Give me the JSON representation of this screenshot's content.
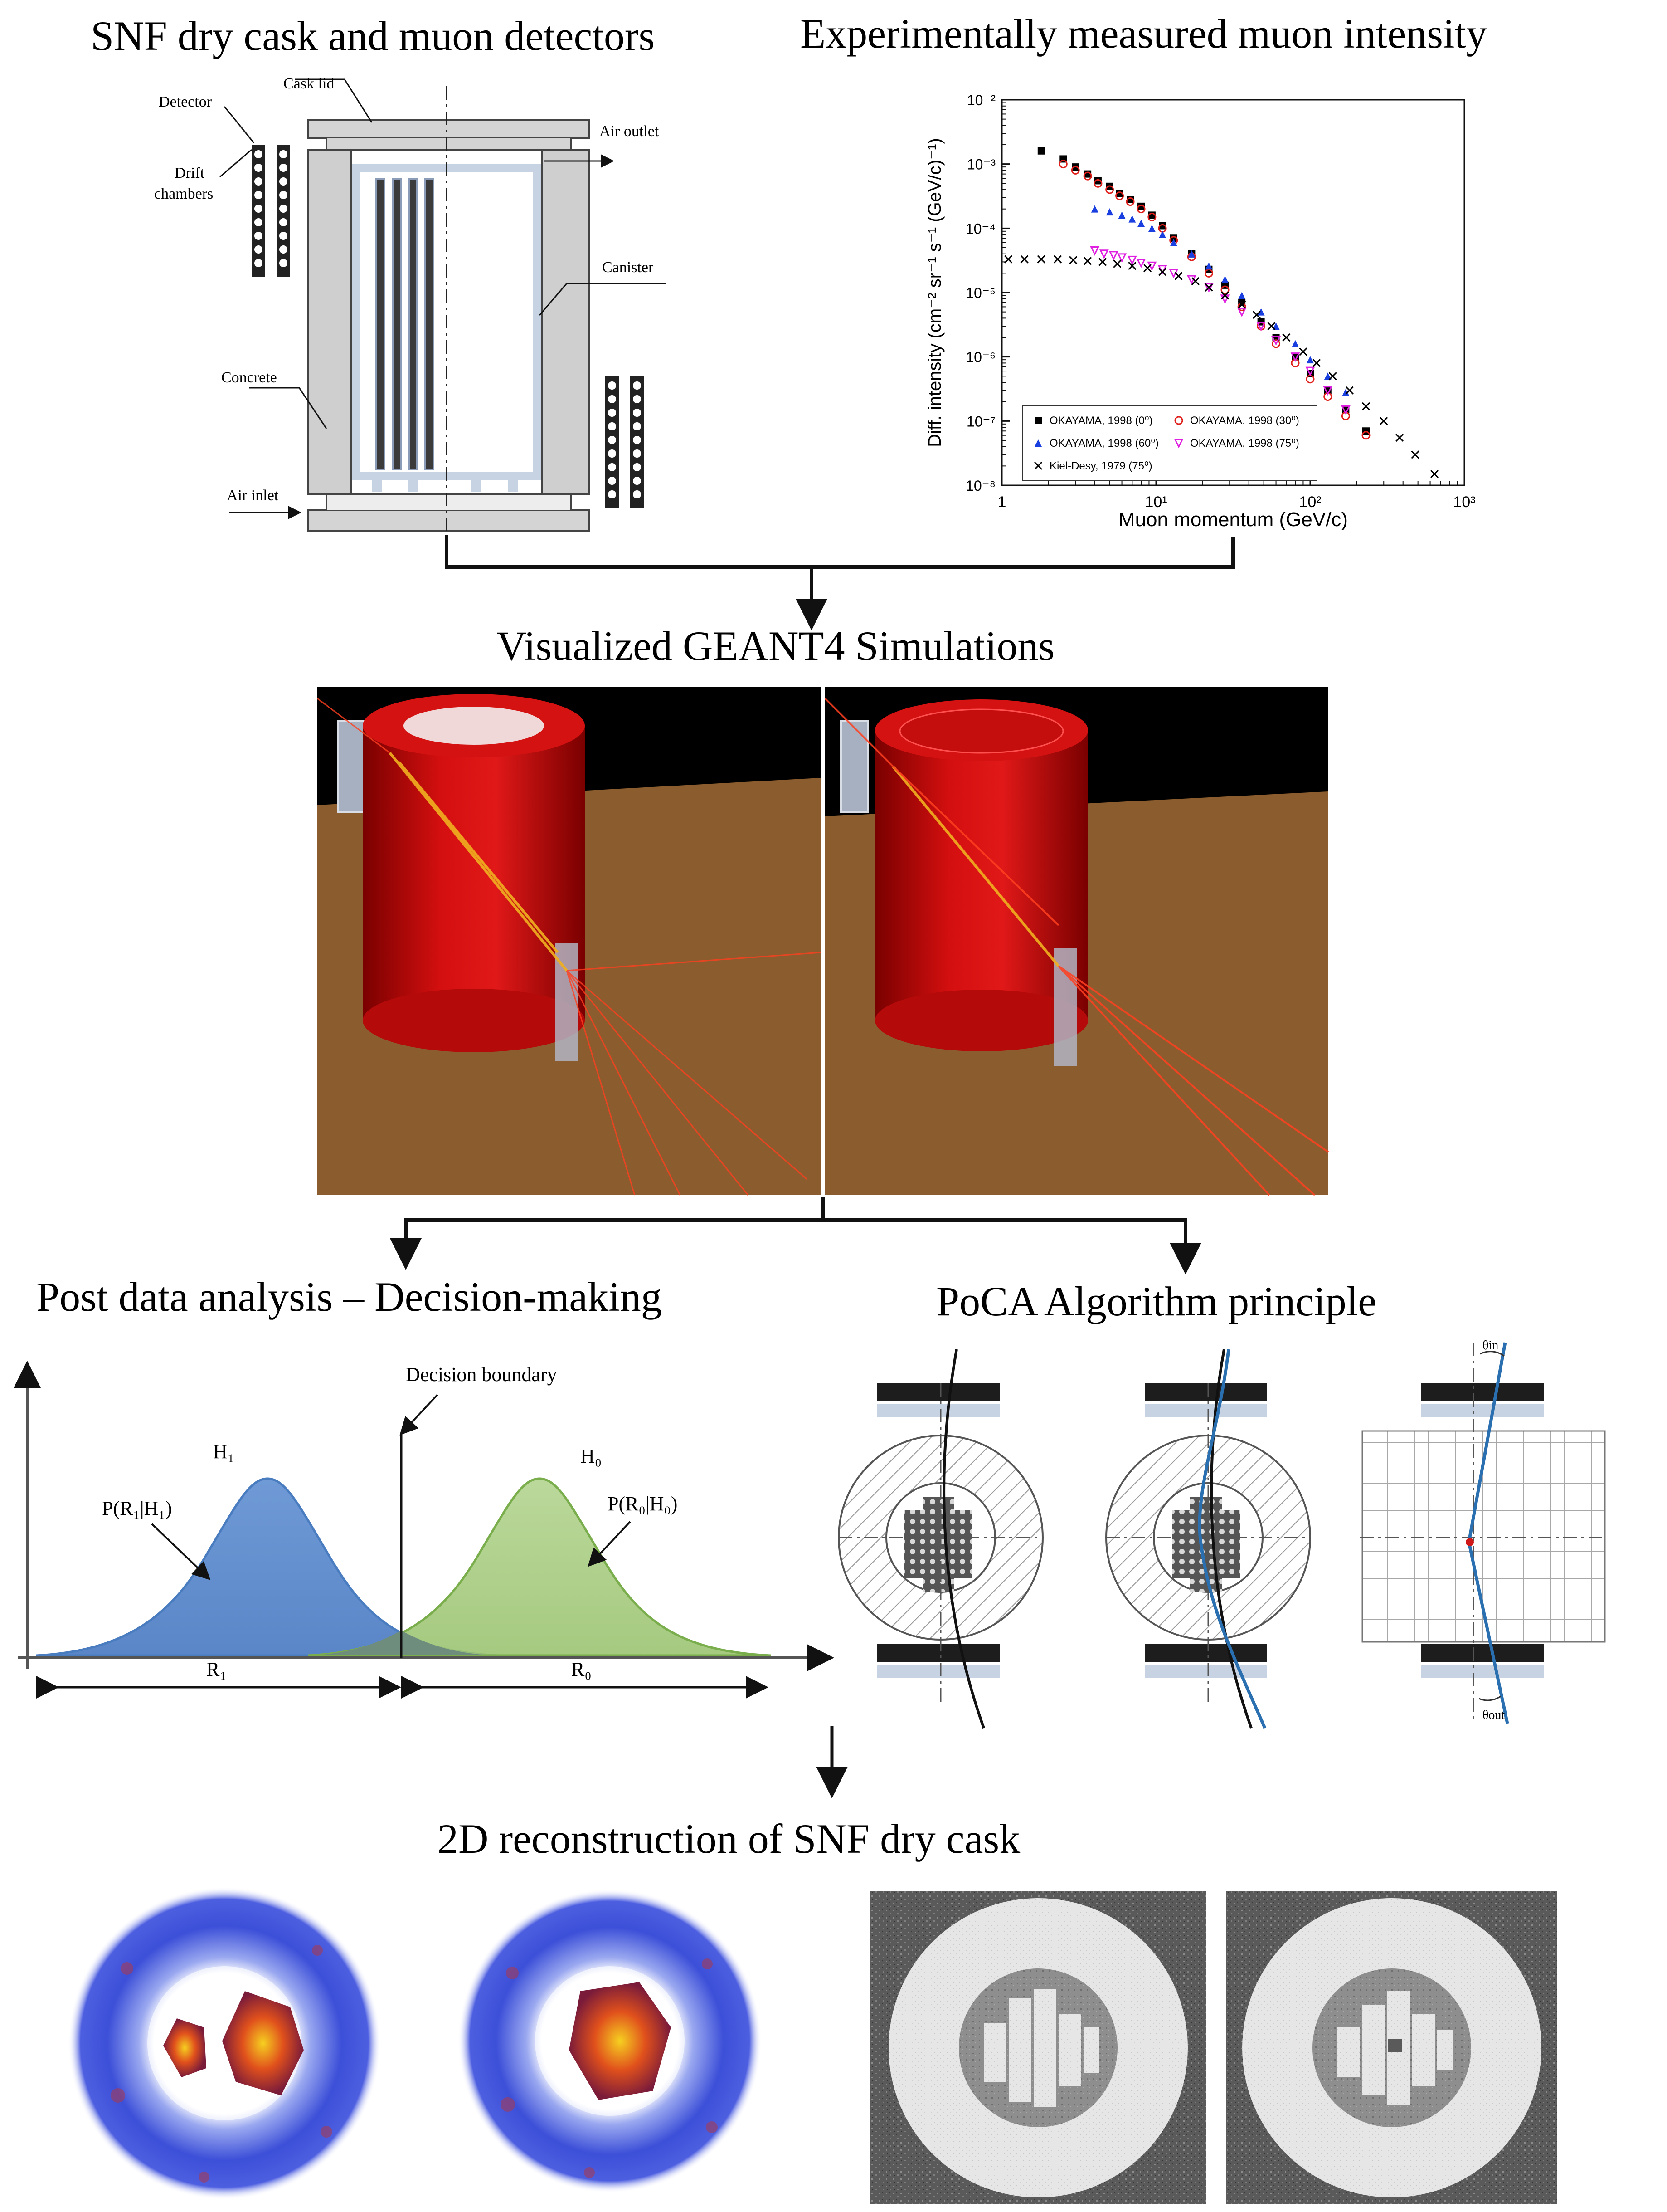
{
  "headings": {
    "cask": "SNF dry cask and muon detectors",
    "intensity": "Experimentally measured muon intensity",
    "geant": "Visualized GEANT4 Simulations",
    "post": "Post data analysis – Decision-making",
    "poca": "PoCA Algorithm principle",
    "recon": "2D reconstruction of SNF dry cask"
  },
  "cask_labels": {
    "detector": "Detector",
    "drift1": "Drift",
    "drift2": "chambers",
    "lid": "Cask lid",
    "outlet": "Air outlet",
    "canister": "Canister",
    "concrete": "Concrete",
    "inlet": "Air inlet"
  },
  "decision": {
    "boundary": "Decision boundary",
    "h1": "H₁",
    "h0": "H₀",
    "p1": "P(R₁|H₁)",
    "p0": "P(R₀|H₀)",
    "r1": "R₁",
    "r0": "R₀",
    "colors": {
      "h1": "#5b8fcf",
      "h0": "#9ac46a"
    }
  },
  "poca": {
    "theta_in": "θin",
    "theta_out": "θout"
  },
  "chart_data": {
    "type": "scatter",
    "xlabel": "Muon momentum (GeV/c)",
    "ylabel": "Diff. intensity (cm⁻² sr⁻¹ s⁻¹ (GeV/c)⁻¹)",
    "xscale": "log",
    "yscale": "log",
    "xlim": [
      1,
      1000
    ],
    "ylim": [
      1e-08,
      0.01
    ],
    "x_ticks": [
      "1",
      "10¹",
      "10²",
      "10³"
    ],
    "y_ticks": [
      "10⁻⁸",
      "10⁻⁷",
      "10⁻⁶",
      "10⁻⁵",
      "10⁻⁴",
      "10⁻³",
      "10⁻²"
    ],
    "legend_position": "bottom",
    "series": [
      {
        "name": "OKAYAMA, 1998 (0⁰)",
        "marker": "square",
        "color": "#000000",
        "x": [
          1.8,
          2.5,
          3,
          3.6,
          4.2,
          5,
          5.8,
          6.8,
          8,
          9.4,
          11,
          13,
          17,
          22,
          28,
          36,
          48,
          60,
          80,
          100,
          130,
          170,
          230
        ],
        "y": [
          0.0016,
          0.0012,
          0.0009,
          0.0007,
          0.00055,
          0.00045,
          0.00035,
          0.00028,
          0.00022,
          0.00016,
          0.00011,
          7e-05,
          4e-05,
          2.3e-05,
          1.3e-05,
          7e-06,
          3.5e-06,
          2e-06,
          1e-06,
          5.5e-07,
          3e-07,
          1.5e-07,
          7e-08
        ]
      },
      {
        "name": "OKAYAMA, 1998 (30⁰)",
        "marker": "circle",
        "color": "#e0201c",
        "x": [
          2.5,
          3,
          3.6,
          4.2,
          5,
          5.8,
          6.8,
          8,
          9.4,
          11,
          13,
          17,
          22,
          28,
          36,
          48,
          60,
          80,
          100,
          130,
          170,
          230
        ],
        "y": [
          0.001,
          0.0008,
          0.00065,
          0.0005,
          0.0004,
          0.00032,
          0.00026,
          0.0002,
          0.00015,
          0.0001,
          6.5e-05,
          3.6e-05,
          2e-05,
          1.1e-05,
          6e-06,
          3e-06,
          1.6e-06,
          8e-07,
          4.5e-07,
          2.4e-07,
          1.2e-07,
          6e-08
        ]
      },
      {
        "name": "OKAYAMA, 1998 (60⁰)",
        "marker": "triangle",
        "color": "#1a3fe0",
        "x": [
          4,
          5,
          6,
          7,
          8,
          9.4,
          11,
          13,
          17,
          22,
          28,
          36,
          48,
          60,
          80,
          100,
          130,
          170
        ],
        "y": [
          0.0002,
          0.00018,
          0.00016,
          0.00014,
          0.00012,
          0.0001,
          8e-05,
          6e-05,
          4e-05,
          2.6e-05,
          1.6e-05,
          9e-06,
          5e-06,
          3e-06,
          1.6e-06,
          9e-07,
          5e-07,
          2.8e-07
        ]
      },
      {
        "name": "OKAYAMA, 1998 (75⁰)",
        "marker": "triangle-down",
        "color": "#e020e0",
        "x": [
          4,
          4.6,
          5.3,
          6,
          7,
          8,
          9.4,
          11,
          13,
          17,
          22,
          28,
          36,
          48,
          60,
          80,
          100,
          130,
          170
        ],
        "y": [
          4.5e-05,
          4e-05,
          3.8e-05,
          3.5e-05,
          3.2e-05,
          2.9e-05,
          2.6e-05,
          2.3e-05,
          2e-05,
          1.6e-05,
          1.2e-05,
          8e-06,
          5e-06,
          3e-06,
          1.8e-06,
          1e-06,
          6e-07,
          3e-07,
          1.5e-07
        ]
      },
      {
        "name": "Kiel-Desy, 1979 (75⁰)",
        "marker": "cross",
        "color": "#000000",
        "x": [
          1.1,
          1.4,
          1.8,
          2.3,
          2.9,
          3.6,
          4.5,
          5.6,
          7,
          8.8,
          11,
          14,
          18,
          22,
          28,
          36,
          45,
          56,
          70,
          90,
          110,
          140,
          180,
          230,
          300,
          380,
          480,
          640
        ],
        "y": [
          3.3e-05,
          3.3e-05,
          3.3e-05,
          3.3e-05,
          3.2e-05,
          3.1e-05,
          3e-05,
          2.8e-05,
          2.6e-05,
          2.4e-05,
          2.1e-05,
          1.8e-05,
          1.5e-05,
          1.2e-05,
          9e-06,
          6.5e-06,
          4.5e-06,
          3e-06,
          2e-06,
          1.2e-06,
          8e-07,
          5e-07,
          3e-07,
          1.7e-07,
          1e-07,
          5.5e-08,
          3e-08,
          1.5e-08
        ]
      }
    ]
  }
}
